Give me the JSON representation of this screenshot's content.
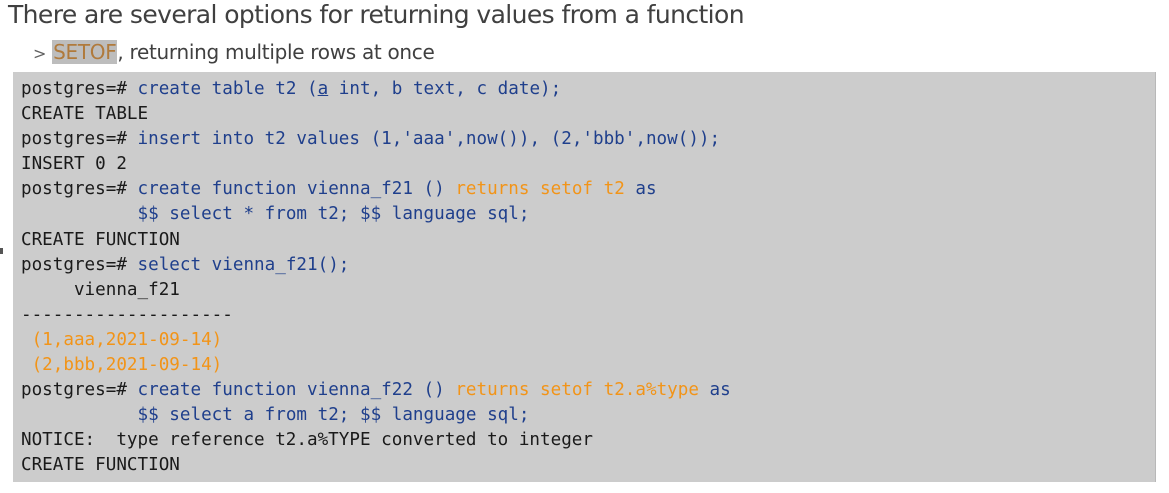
{
  "slide": {
    "title": "There are several options for returning values from a function",
    "bullet_marker": ">",
    "bullet_highlight": "SETOF",
    "bullet_rest": ", returning multiple rows at once"
  },
  "colors": {
    "keyword": "#1f3f8c",
    "emphasis": "#f29418",
    "plain": "#1a1a1a",
    "code_background": "#cccccc"
  },
  "code_lines": [
    [
      {
        "t": "postgres=# ",
        "c": "p"
      },
      {
        "t": "create table t2 (",
        "c": "k"
      },
      {
        "t": "a",
        "c": "ku"
      },
      {
        "t": " int, b text, c date);",
        "c": "k"
      }
    ],
    [
      {
        "t": "CREATE TABLE",
        "c": "p"
      }
    ],
    [
      {
        "t": "postgres=# ",
        "c": "p"
      },
      {
        "t": "insert into t2 values (1,'aaa',now()), (2,'bbb',now());",
        "c": "k"
      }
    ],
    [
      {
        "t": "INSERT 0 2",
        "c": "p"
      }
    ],
    [
      {
        "t": "postgres=# ",
        "c": "p"
      },
      {
        "t": "create function vienna_f21 () ",
        "c": "k"
      },
      {
        "t": "returns setof t2",
        "c": "o"
      },
      {
        "t": " as",
        "c": "k"
      }
    ],
    [
      {
        "t": "           ",
        "c": "p"
      },
      {
        "t": "$$ select * from t2; $$ language sql;",
        "c": "k"
      }
    ],
    [
      {
        "t": "CREATE FUNCTION",
        "c": "p"
      }
    ],
    [
      {
        "t": "postgres=# ",
        "c": "p"
      },
      {
        "t": "select vienna_f21();",
        "c": "k"
      }
    ],
    [
      {
        "t": "     vienna_f21",
        "c": "p"
      }
    ],
    [
      {
        "t": "--------------------",
        "c": "p"
      }
    ],
    [
      {
        "t": " (1,aaa,2021-09-14)",
        "c": "o"
      }
    ],
    [
      {
        "t": " (2,bbb,2021-09-14)",
        "c": "o"
      }
    ],
    [
      {
        "t": "postgres=# ",
        "c": "p"
      },
      {
        "t": "create function vienna_f22 () ",
        "c": "k"
      },
      {
        "t": "returns setof t2.a%type",
        "c": "o"
      },
      {
        "t": " as",
        "c": "k"
      }
    ],
    [
      {
        "t": "           ",
        "c": "p"
      },
      {
        "t": "$$ select a from t2; $$ language sql;",
        "c": "k"
      }
    ],
    [
      {
        "t": "NOTICE:  type reference t2.a%TYPE converted to integer",
        "c": "p"
      }
    ],
    [
      {
        "t": "CREATE FUNCTION",
        "c": "p"
      }
    ]
  ]
}
